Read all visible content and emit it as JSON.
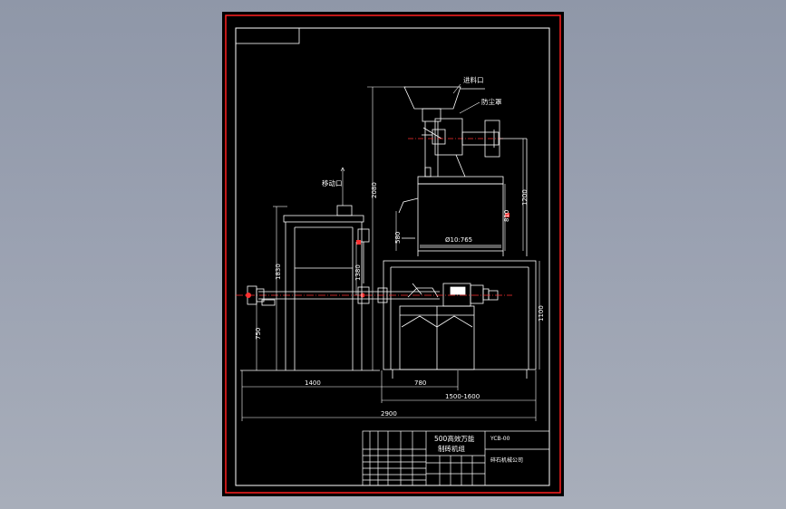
{
  "labels": {
    "inlet": "进料口",
    "dust_cover": "防尘罩",
    "outlet": "移动口"
  },
  "dimensions": {
    "h_2080": "2080",
    "h_1200": "1200",
    "h_810": "810",
    "h_580": "580",
    "h_1830": "1830",
    "h_1380": "1380",
    "h_750": "750",
    "h_1100": "1100",
    "d_765": "Ø10:765",
    "w_1400": "1400",
    "w_780": "780",
    "w_1500_1600": "1500-1600",
    "w_2900": "2900"
  },
  "title_block": {
    "product_name_line1": "500高效万能",
    "product_name_line2": "制砖机组",
    "drawing_no": "YCB-00",
    "company": "碎石机械公司"
  },
  "colors": {
    "sheet": "#000000",
    "frame_outer": "#ff0000",
    "line": "#ffffff",
    "centerline": "#ff0000",
    "accent": "#ff3030"
  }
}
